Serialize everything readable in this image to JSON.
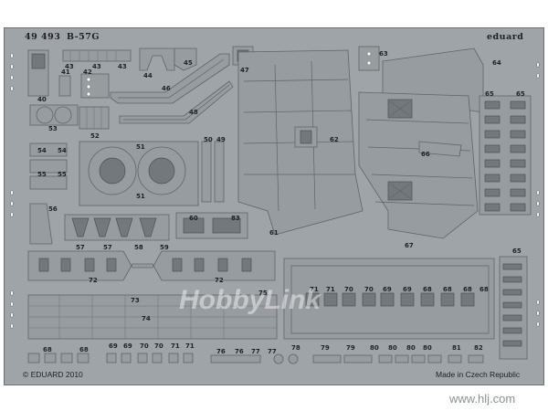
{
  "header": {
    "set_number": "49 493",
    "model": "B-57G",
    "brand": "eduard"
  },
  "footer": {
    "copyright": "© EDUARD 2010",
    "origin": "Made in Czech Republic"
  },
  "watermark": {
    "logo_text": "HobbyLink",
    "url": "www.hlj.com"
  },
  "part_numbers": {
    "p40": "40",
    "p41": "41",
    "p42": "42",
    "p43a": "43",
    "p43b": "43",
    "p43c": "43",
    "p44": "44",
    "p45": "45",
    "p46": "46",
    "p47": "47",
    "p48": "48",
    "p49": "49",
    "p50": "50",
    "p51a": "51",
    "p51b": "51",
    "p52": "52",
    "p53": "53",
    "p54a": "54",
    "p54b": "54",
    "p55a": "55",
    "p55b": "55",
    "p56": "56",
    "p57a": "57",
    "p57b": "57",
    "p58": "58",
    "p59": "59",
    "p60": "60",
    "p61": "61",
    "p62": "62",
    "p63": "63",
    "p64": "64",
    "p65a": "65",
    "p65b": "65",
    "p65c": "65",
    "p66": "66",
    "p67": "67",
    "p72a": "72",
    "p72b": "72",
    "p73": "73",
    "p74": "74",
    "p75": "75",
    "p83": "83",
    "row_a": [
      "71",
      "71",
      "70",
      "70",
      "69",
      "69",
      "68",
      "68",
      "68",
      "68"
    ],
    "row_b": [
      "68",
      "68",
      "69",
      "69",
      "70",
      "70",
      "71",
      "71"
    ],
    "row_c": [
      "76",
      "76",
      "77",
      "77",
      "78",
      "79",
      "79",
      "80",
      "80",
      "80",
      "80",
      "81",
      "82"
    ]
  },
  "colors": {
    "fret": "#9fa4a8",
    "etch_line": "#5f6468",
    "text": "#1e2124"
  }
}
